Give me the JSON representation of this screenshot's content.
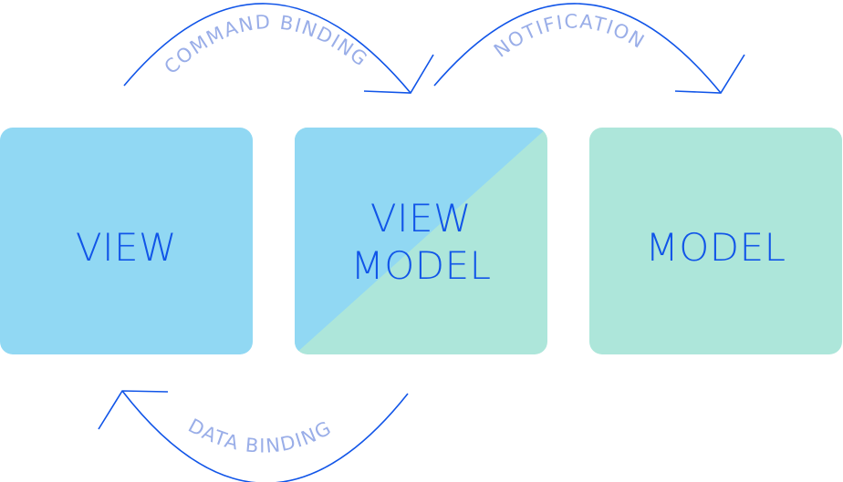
{
  "colors": {
    "view_fill": "#91d8f3",
    "model_fill": "#ade6da",
    "text": "#1155e8",
    "arrow": "#1155e8",
    "arrow_label": "#9aaee8"
  },
  "boxes": {
    "view": {
      "label": "VIEW"
    },
    "viewmodel": {
      "line1": "VIEW",
      "line2": "MODEL"
    },
    "model": {
      "label": "MODEL"
    }
  },
  "arrows": {
    "command_binding": "COMMAND BINDING",
    "notification": "NOTIFICATION",
    "data_binding": "DATA BINDING"
  }
}
